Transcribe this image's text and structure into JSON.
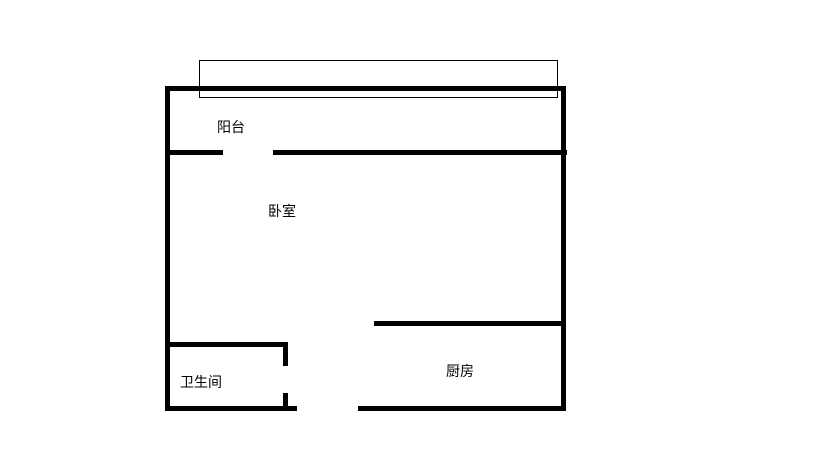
{
  "plan": {
    "rooms": {
      "balcony": "阳台",
      "bedroom": "卧室",
      "bathroom": "卫生间",
      "kitchen": "厨房"
    },
    "colors": {
      "wall": "#000000",
      "background": "#ffffff"
    }
  }
}
